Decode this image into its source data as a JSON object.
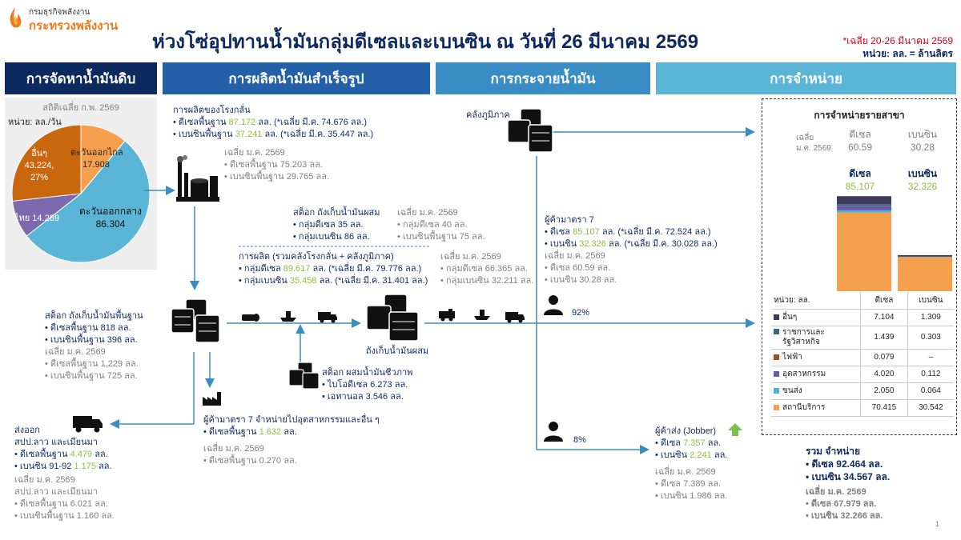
{
  "header": {
    "logo_line1": "กรมธุรกิจพลังงาน",
    "logo_line2": "กระทรวงพลังงาน",
    "title": "ห่วงโซ่อุปทานน้ำมันกลุ่มดีเซลและเบนซิน ณ วันที่ 26 มีนาคม 2569",
    "note_avg": "*เฉลี่ย 20-26 มีนาคม 2569",
    "note_unit": "หน่วย: ลล. = ล้านลิตร"
  },
  "sections": {
    "procurement": "การจัดหาน้ำมันดิบ",
    "refining": "การผลิตน้ำมันสำเร็จรูป",
    "distribution": "การกระจายน้ำมัน",
    "sales": "การจำหน่าย"
  },
  "crude": {
    "stat_label": "สถิติเฉลี่ย ก.พ. 2569",
    "unit": "หน่วย: ลล./วัน",
    "chart_data": {
      "type": "pie",
      "slices": [
        {
          "label": "ตะวันออกไกล",
          "value_text": "17.908",
          "value": 17.908,
          "color": "#f5a04e"
        },
        {
          "label": "ตะวันออกกลาง",
          "value_text": "86.304",
          "value": 86.304,
          "color": "#5bb5d6"
        },
        {
          "label": "ไทย",
          "value_text": "14.289",
          "value": 14.289,
          "color": "#7c6aae"
        },
        {
          "label": "อื่นๆ",
          "value_text": "43.224,",
          "pct": "27%",
          "value": 43.224,
          "color": "#c9670f"
        }
      ]
    }
  },
  "refinery": {
    "title": "การผลิตของโรงกลั่น",
    "diesel_label": "ดีเซลพื้นฐาน",
    "diesel_value": "87.172",
    "diesel_suffix": "ลล. (*เฉลี่ย มี.ค. 74.676 ลล.)",
    "benzin_label": "เบนซินพื้นฐาน",
    "benzin_value": "37.241",
    "benzin_suffix": "ลล. (*เฉลี่ย มี.ค. 35.447 ลล.)",
    "avg_title": "เฉลี่ย ม.ค. 2569",
    "avg_diesel": "ดีเซลพื้นฐาน 75.203 ลล.",
    "avg_benzin": "เบนซินพื้นฐาน 29.765 ลล."
  },
  "blend_stock": {
    "title": "สต็อก ถังเก็บน้ำมันผสม",
    "diesel": "กลุ่มดีเซล 35 ลล.",
    "benzin": "กลุ่มเบนซิน 86 ลล.",
    "avg_title": "เฉลี่ย ม.ค. 2569",
    "avg_diesel": "กลุ่มดีเซล 40 ลล.",
    "avg_benzin": "เบนซินพื้นฐาน 75 ลล."
  },
  "production": {
    "title": "การผลิต (รวมคลังโรงกลั่น + คลังภูมิภาค)",
    "diesel_label": "กลุ่มดีเซล",
    "diesel_value": "89.617",
    "diesel_suffix": "ลล. (*เฉลี่ย มี.ค. 79.776 ลล.)",
    "benzin_label": "กลุ่มเบนซิน",
    "benzin_value": "35.458",
    "benzin_suffix": "ลล. (*เฉลี่ย มี.ค. 31.401 ลล.)",
    "avg_title": "เฉลี่ย ม.ค. 2569",
    "avg_diesel": "กลุ่มดีเซล 66.365 ลล.",
    "avg_benzin": "กลุ่มเบนซิน 32.211 ลล."
  },
  "base_stock": {
    "title": "สต็อก ถังเก็บน้ำมันพื้นฐาน",
    "diesel": "ดีเซลพื้นฐาน 818 ลล.",
    "benzin": "เบนซินพื้นฐาน 396 ลล.",
    "avg_title": "เฉลี่ย ม.ค. 2569",
    "avg_diesel": "ดีเซลพื้นฐาน 1,229 ลล.",
    "avg_benzin": "เบนซินพื้นฐาน 725 ลล."
  },
  "bio_stock": {
    "title": "สต็อก ผสมน้ำมันชีวภาพ",
    "biodiesel": "ไบโอดีเซล 6.273 ลล.",
    "ethanol": "เอทานอล 3.546 ลล."
  },
  "blend_tank_label": "ถังเก็บน้ำมันผสม",
  "regional_depot": "คลังภูมิภาค",
  "industry": {
    "title": "ผู้ค้ามาตรา 7 จำหน่ายไปอุตสาหกรรมและอื่น ๆ",
    "diesel_label": "ดีเซลพื้นฐาน",
    "diesel_value": "1.632",
    "diesel_suffix": "ลล.",
    "avg_title": "เฉลี่ย ม.ค. 2569",
    "avg_diesel": "ดีเซลพื้นฐาน 0.270 ลล."
  },
  "export": {
    "title": "ส่งออก",
    "subtitle": "สปป.ลาว และเมียนมา",
    "diesel_label": "ดีเซลพื้นฐาน",
    "diesel_value": "4.479",
    "diesel_suffix": "ลล.",
    "benzin_label": "เบนซิน 91-92",
    "benzin_value": "1.175",
    "benzin_suffix": "ลล.",
    "avg_title": "เฉลี่ย ม.ค. 2569",
    "avg_subtitle": "สปป.ลาว และเมียนมา",
    "avg_diesel": "ดีเซลพื้นฐาน 6.021 ลล.",
    "avg_benzin": "เบนซินพื้นฐาน 1.160 ลล."
  },
  "trader7": {
    "title": "ผู้ค้ามาตรา 7",
    "diesel_label": "ดีเซล",
    "diesel_value": "85.107",
    "diesel_suffix": "ลล. (*เฉลี่ย มี.ค. 72.524 ลล.)",
    "benzin_label": "เบนซิน",
    "benzin_value": "32.326",
    "benzin_suffix": "ลล. (*เฉลี่ย มี.ค. 30.028 ลล.)",
    "avg_title": "เฉลี่ย ม.ค. 2569",
    "avg_diesel": "ดีเซล 60.59 ลล.",
    "avg_benzin": "เบนซิน 30.28 ลล."
  },
  "share_92": "92%",
  "share_8": "8%",
  "jobber": {
    "title": "ผู้ค้าส่ง (Jobber)",
    "diesel_label": "ดีเซล",
    "diesel_value": "7.357",
    "diesel_suffix": "ลล.",
    "benzin_label": "เบนซิน",
    "benzin_value": "2.241",
    "benzin_suffix": "ลล.",
    "avg_title": "เฉลี่ย ม.ค. 2569",
    "avg_diesel": "ดีเซล 7.389 ลล.",
    "avg_benzin": "เบนซิน 1.986 ลล."
  },
  "branch_sales": {
    "title": "การจำหน่ายรายสาขา",
    "avg_label_1": "เฉลี่ย",
    "avg_label_2": "ม.ค. 2569",
    "diesel_head": "ดีเซล",
    "benzin_head": "เบนซิน",
    "avg_diesel": "60.59",
    "avg_benzin": "30.28",
    "cur_diesel": "85.107",
    "cur_benzin": "32.326",
    "unit": "หน่วย: ลล.",
    "col_diesel": "ดีเซล",
    "col_benzin": "เบนซิน",
    "rows": [
      {
        "label": "อื่นๆ",
        "diesel": "7.104",
        "benzin": "1.309",
        "color": "#3d3a5c"
      },
      {
        "label": "ราชการและรัฐวิสาหกิจ",
        "label_1": "ราชการและ",
        "label_2": "รัฐวิสาหกิจ",
        "diesel": "1.439",
        "benzin": "0.303",
        "color": "#2e6b80"
      },
      {
        "label": "ไฟฟ้า",
        "diesel": "0.079",
        "benzin": "–",
        "color": "#a0521c"
      },
      {
        "label": "อุตสาหกรรม",
        "diesel": "4.020",
        "benzin": "0.112",
        "color": "#6b5aa6"
      },
      {
        "label": "ขนส่ง",
        "diesel": "2.050",
        "benzin": "0.064",
        "color": "#4fb3cf"
      },
      {
        "label": "สถานีบริการ",
        "diesel": "70.415",
        "benzin": "30.542",
        "color": "#f5a04e"
      }
    ],
    "chart_data": {
      "type": "bar",
      "stacked": true,
      "categories": [
        "ดีเซล",
        "เบนซิน"
      ],
      "series": [
        {
          "name": "สถานีบริการ",
          "values": [
            70.415,
            30.542
          ],
          "color": "#f5a04e"
        },
        {
          "name": "ขนส่ง",
          "values": [
            2.05,
            0.064
          ],
          "color": "#4fb3cf"
        },
        {
          "name": "อุตสาหกรรม",
          "values": [
            4.02,
            0.112
          ],
          "color": "#6b5aa6"
        },
        {
          "name": "ไฟฟ้า",
          "values": [
            0.079,
            0
          ],
          "color": "#a0521c"
        },
        {
          "name": "ราชการและรัฐวิสาหกิจ",
          "values": [
            1.439,
            0.303
          ],
          "color": "#2e6b80"
        },
        {
          "name": "อื่นๆ",
          "values": [
            7.104,
            1.309
          ],
          "color": "#3d3a5c"
        }
      ]
    }
  },
  "total": {
    "title": "รวม จำหน่าย",
    "diesel": "ดีเซล 92.464 ลล.",
    "benzin": "เบนซิน 34.567 ลล.",
    "avg_title": "เฉลี่ย ม.ค. 2569",
    "avg_diesel": "ดีเซล 67.979 ลล.",
    "avg_benzin": "เบนซิน 32.266 ลล."
  },
  "page_number": "1",
  "colors": {
    "navy": "#0d2a5e",
    "header_blue": "#2b6cb0",
    "header_light": "#5bb5d6",
    "accent_green": "#8fbf3b",
    "red": "#d0021b"
  }
}
